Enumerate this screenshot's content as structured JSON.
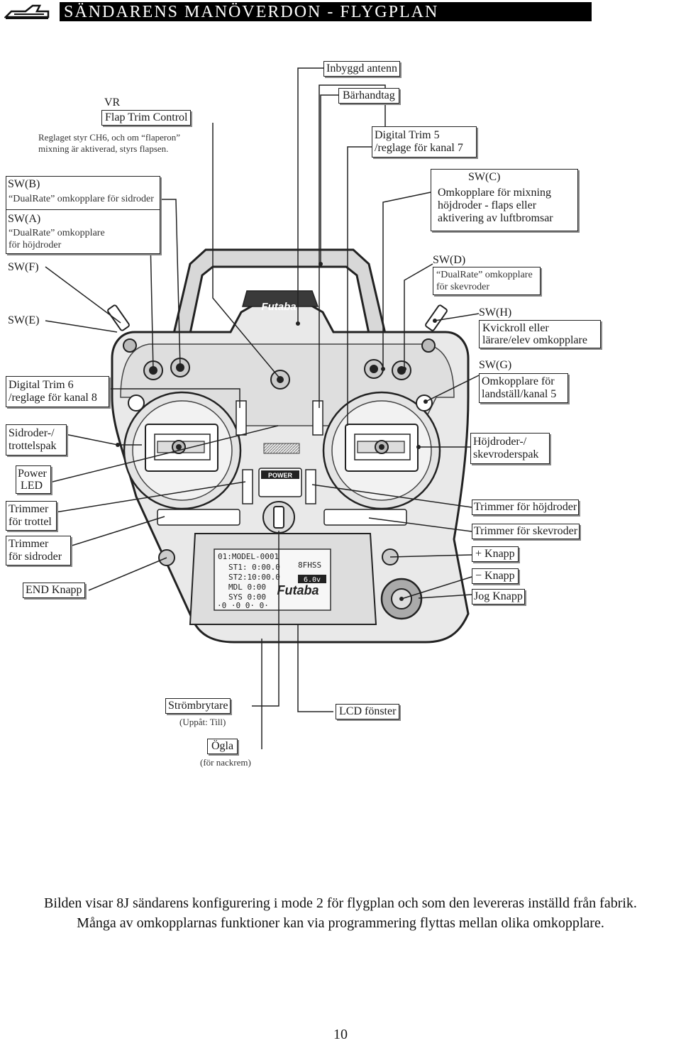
{
  "header": {
    "title": "SÄNDARENS   MANÖVERDON   -   FLYGPLAN"
  },
  "labels": {
    "antenna": "Inbyggd antenn",
    "handle": "Bärhandtag",
    "vr_title": "VR",
    "vr_name": "Flap Trim Control",
    "vr_desc1": "Reglaget styr CH6, och om “flaperon”",
    "vr_desc2": "mixning är aktiverad, styrs flapsen.",
    "trim5_1": "Digital Trim 5",
    "trim5_2": "/reglage för kanal 7",
    "swb_title": "SW(B)",
    "swb_desc": "“DualRate” omkopplare för sidroder",
    "swa_title": "SW(A)",
    "swa_desc1": "“DualRate” omkopplare",
    "swa_desc2": "för höjdroder",
    "swf_title": "SW(F)",
    "swe_title": "SW(E)",
    "swc_title": "SW(C)",
    "swc_desc1": "Omkopplare för mixning",
    "swc_desc2": "höjdroder - flaps eller",
    "swc_desc3": "aktivering av luftbromsar",
    "swd_title": "SW(D)",
    "swd_desc1": "“DualRate” omkopplare",
    "swd_desc2": "för skevroder",
    "swh_title": "SW(H)",
    "swh_desc1": "Kvickroll eller",
    "swh_desc2": "lärare/elev omkopplare",
    "swg_title": "SW(G)",
    "swg_desc1": "Omkopplare för",
    "swg_desc2": "landställ/kanal 5",
    "trim6_1": "Digital Trim 6",
    "trim6_2": "/reglage för kanal 8",
    "rudder_stick1": "Sidroder-/",
    "rudder_stick2": "trottelspak",
    "power_led1": "Power",
    "power_led2": "LED",
    "throttle_trim1": "Trimmer",
    "throttle_trim2": "för trottel",
    "rudder_trim1": "Trimmer",
    "rudder_trim2": "för sidroder",
    "end_key": "END Knapp",
    "elev_stick1": "Höjdroder-/",
    "elev_stick2": "skevroderspak",
    "elev_trim": "Trimmer för höjdroder",
    "ail_trim": "Trimmer för skevroder",
    "plus_key": "+ Knapp",
    "minus_key": "− Knapp",
    "jog_key": "Jog Knapp",
    "power_switch": "Strömbrytare",
    "power_switch_note": "(Uppåt: Till)",
    "lcd_window": "LCD fönster",
    "strap": "Ögla",
    "strap_note": "(för nackrem)"
  },
  "device": {
    "brand": "Futaba",
    "power_label": "POWER",
    "lcd_lines": [
      "01:MODEL-0001",
      "ST1: 0:00.0",
      "ST2:10:00.0",
      "MDL 0:00",
      "SYS 0:00"
    ],
    "lcd_model": "8FHSS",
    "lcd_voltage": "6.0v",
    "lcd_trims": "·0   ·0      0·   0·"
  },
  "caption": {
    "line1": "Bilden visar 8J sändarens konfigurering i mode 2 för flygplan och som den levereras inställd från fabrik.",
    "line2": "Många av omkopplarnas funktioner kan via programmering flyttas mellan olika omkopplare."
  },
  "page_number": "10"
}
